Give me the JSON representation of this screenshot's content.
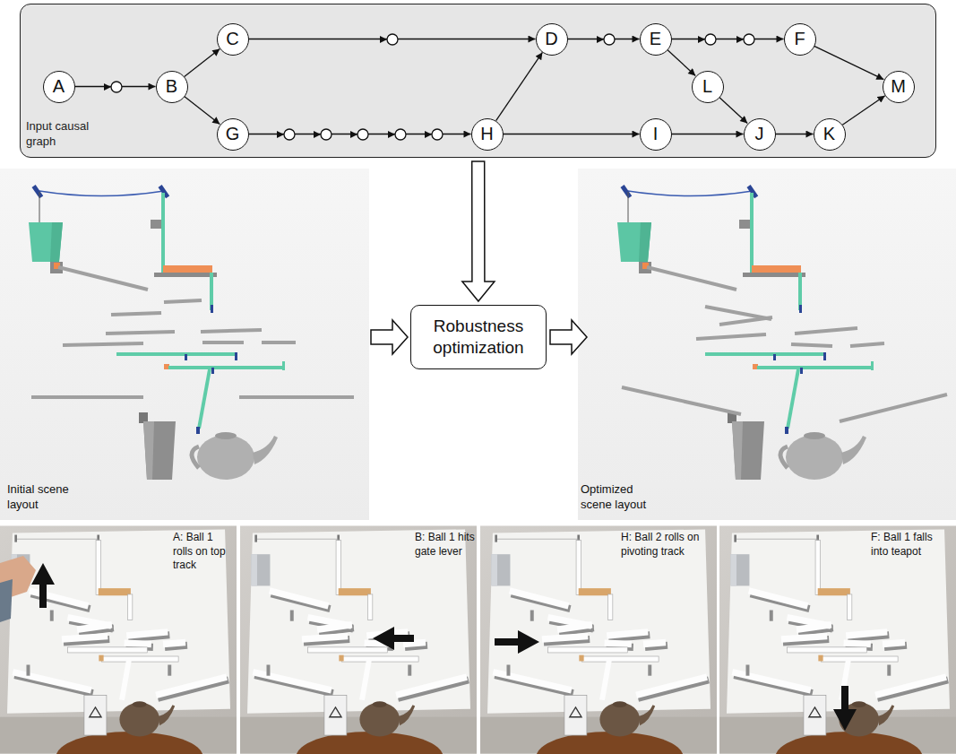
{
  "diagram": {
    "nodes": [
      {
        "text": [
          "Input causal graph"
        ]
      },
      {
        "text": [
          "A"
        ],
        "in": 0
      },
      {
        "text": [
          "B"
        ],
        "in": 0
      },
      {
        "text": [
          "C"
        ],
        "in": 0
      },
      {
        "text": [
          "D"
        ],
        "in": 0
      },
      {
        "text": [
          "E"
        ],
        "in": 0
      },
      {
        "text": [
          "F"
        ],
        "in": 0
      },
      {
        "text": [
          "G"
        ],
        "in": 0
      },
      {
        "text": [
          "H"
        ],
        "in": 0
      },
      {
        "text": [
          "I"
        ],
        "in": 0
      },
      {
        "text": [
          "J"
        ],
        "in": 0
      },
      {
        "text": [
          "K"
        ],
        "in": 0
      },
      {
        "text": [
          "L"
        ],
        "in": 0
      },
      {
        "text": [
          "M"
        ],
        "in": 0
      },
      {
        "text": [
          "Robustness optimization"
        ]
      }
    ],
    "edges": [
      {
        "from": 1,
        "to": 2,
        "arrow": "to"
      },
      {
        "from": 2,
        "to": 3,
        "arrow": "to"
      },
      {
        "from": 2,
        "to": 7,
        "arrow": "to"
      },
      {
        "from": 3,
        "to": 4,
        "arrow": "to"
      },
      {
        "from": 4,
        "to": 5,
        "arrow": "to"
      },
      {
        "from": 5,
        "to": 6,
        "arrow": "to"
      },
      {
        "from": 5,
        "to": 12,
        "arrow": "to"
      },
      {
        "from": 6,
        "to": 13,
        "arrow": "to"
      },
      {
        "from": 7,
        "to": 8,
        "arrow": "to"
      },
      {
        "from": 8,
        "to": 4,
        "arrow": "to"
      },
      {
        "from": 8,
        "to": 9,
        "arrow": "to"
      },
      {
        "from": 9,
        "to": 10,
        "arrow": "to"
      },
      {
        "from": 12,
        "to": 10,
        "arrow": "to"
      },
      {
        "from": 10,
        "to": 11,
        "arrow": "to"
      },
      {
        "from": 11,
        "to": 13,
        "arrow": "to"
      },
      {
        "from": 0,
        "to": 14,
        "arrow": "to"
      }
    ],
    "labels": [
      "Initial scene layout",
      "Optimized scene layout",
      "A: Ball 1 rolls on top track",
      "B: Ball 1 hits gate lever",
      "H: Ball 2 rolls on pivoting track",
      "F: Ball 1 falls into teapot"
    ]
  }
}
